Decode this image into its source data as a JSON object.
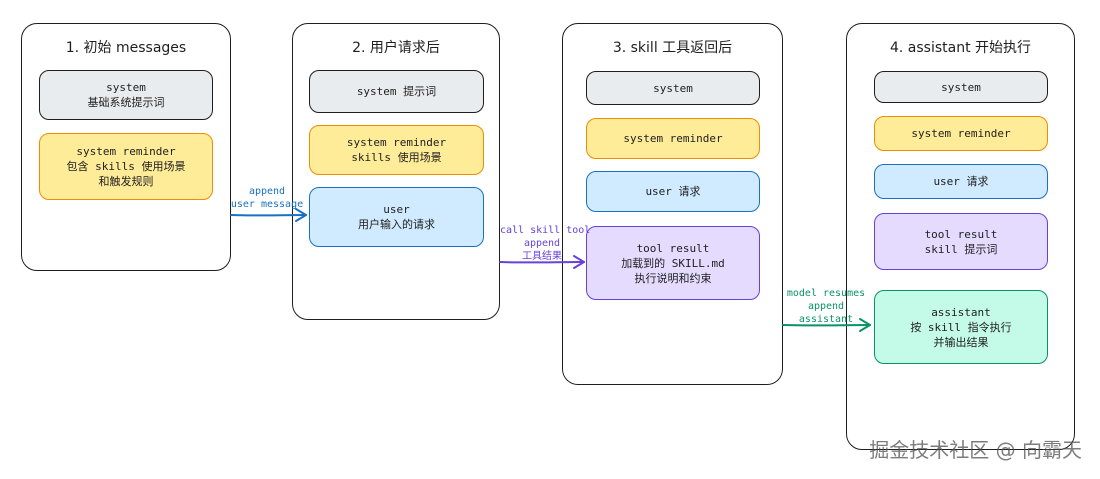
{
  "panels": [
    {
      "title": "1. 初始 messages",
      "boxes": [
        {
          "lines": [
            "system",
            "基础系统提示词"
          ]
        },
        {
          "lines": [
            "system reminder",
            "包含 skills 使用场景",
            "和触发规则"
          ]
        }
      ]
    },
    {
      "title": "2. 用户请求后",
      "boxes": [
        {
          "lines": [
            "system 提示词"
          ]
        },
        {
          "lines": [
            "system reminder",
            "skills 使用场景"
          ]
        },
        {
          "lines": [
            "user",
            "用户输入的请求"
          ]
        }
      ]
    },
    {
      "title": "3. skill 工具返回后",
      "boxes": [
        {
          "lines": [
            "system"
          ]
        },
        {
          "lines": [
            "system reminder"
          ]
        },
        {
          "lines": [
            "user 请求"
          ]
        },
        {
          "lines": [
            "tool result",
            "加载到的 SKILL.md",
            "执行说明和约束"
          ]
        }
      ]
    },
    {
      "title": "4. assistant 开始执行",
      "boxes": [
        {
          "lines": [
            "system"
          ]
        },
        {
          "lines": [
            "system reminder"
          ]
        },
        {
          "lines": [
            "user 请求"
          ]
        },
        {
          "lines": [
            "tool result",
            "skill 提示词"
          ]
        },
        {
          "lines": [
            "assistant",
            "按 skill 指令执行",
            "并输出结果"
          ]
        }
      ]
    }
  ],
  "arrows": [
    {
      "lines": [
        "append",
        "user message"
      ],
      "color": "#1971c2"
    },
    {
      "lines": [
        "call skill tool",
        "append",
        "工具结果"
      ],
      "color": "#6741d9"
    },
    {
      "lines": [
        "model resumes",
        "append",
        "assistant"
      ],
      "color": "#099268"
    }
  ],
  "colors": {
    "gray": "#e9ecef",
    "yellow": "#ffec99",
    "blue": "#d0ebff",
    "purple": "#e5dbff",
    "green": "#c3fae8",
    "stroke": "#1e1e1e"
  },
  "watermark": "掘金技术社区 @ 向霸天"
}
